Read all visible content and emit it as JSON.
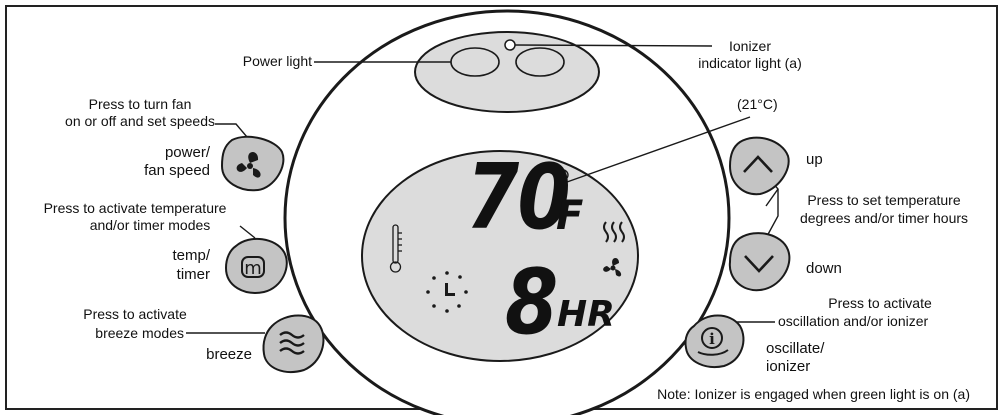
{
  "labels": {
    "power_light": "Power light",
    "ionizer_line1": "Ionizer",
    "ionizer_line2": "indicator light (a)",
    "celsius": "(21°C)",
    "fan_press_1": "Press to turn fan",
    "fan_press_2": "on or off and set speeds",
    "power_btn_1": "power/",
    "power_btn_2": "fan speed",
    "temp_press_1": "Press to activate temperature",
    "temp_press_2": "and/or timer modes",
    "temp_btn_1": "temp/",
    "temp_btn_2": "timer",
    "breeze_press_1": "Press to activate",
    "breeze_press_2": "breeze modes",
    "breeze_btn": "breeze",
    "up": "up",
    "down": "down",
    "set_press_1": "Press to set temperature",
    "set_press_2": "degrees and/or timer hours",
    "osc_press_1": "Press to activate",
    "osc_press_2": "oscillation and/or ionizer",
    "osc_btn_1": "oscillate/",
    "osc_btn_2": "ionizer",
    "note": "Note: Ionizer is engaged when green light is on (a)"
  },
  "display": {
    "temperature": "70",
    "temp_unit": "F",
    "timer": "8",
    "timer_unit": "HR"
  },
  "icons": {
    "power_button": "fan-icon",
    "temp_button": "m-icon",
    "breeze_button": "wave-icon",
    "up_button": "chevron-up-icon",
    "down_button": "chevron-down-icon",
    "oscillate_button": "ionizer-icon",
    "thermometer": "thermometer-icon",
    "clock": "clock-icon",
    "heat": "heat-icon",
    "fan": "fan-icon"
  },
  "colors": {
    "panel_fill": "#dcdcdc",
    "button_fill": "#c4c4c4",
    "outline": "#1a1a1a"
  }
}
